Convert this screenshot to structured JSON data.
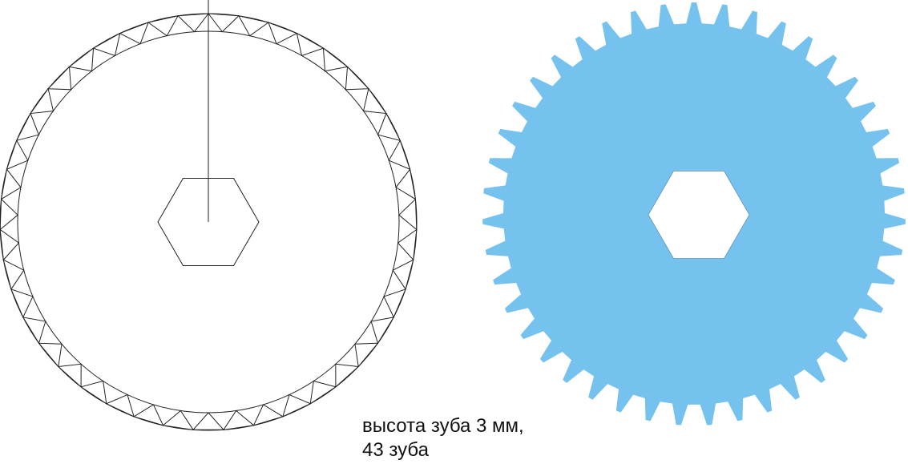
{
  "caption": {
    "line1": "высота зуба 3 мм,",
    "line2": "43 зуба"
  },
  "gear": {
    "teeth": 43,
    "fill_color": "#75C2EE",
    "hole_color": "#ffffff",
    "outline_color": "#222222"
  }
}
